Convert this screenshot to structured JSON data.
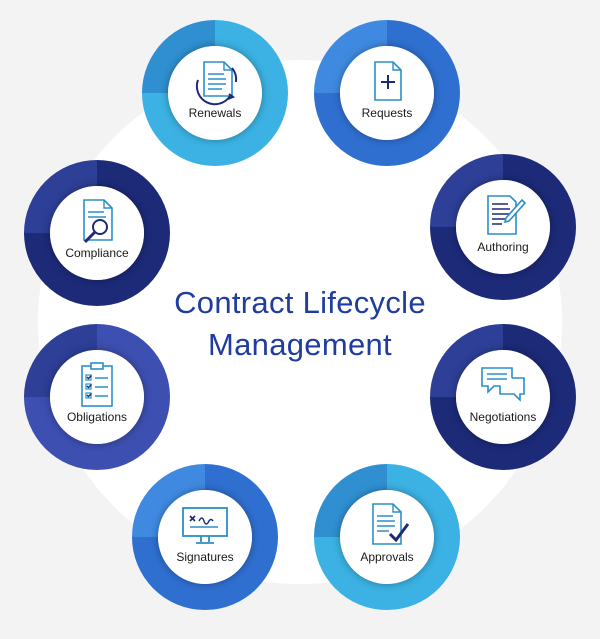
{
  "title": {
    "line1": "Contract Lifecycle",
    "line2": "Management"
  },
  "colors": {
    "title": "#1f3c9e",
    "navy": "#1c2a78",
    "blue": "#3a79d3",
    "cyan": "#3bb2e3"
  },
  "stages": [
    {
      "key": "renewals",
      "label": "Renewals",
      "icon": "document-refresh-icon",
      "ring": "cyan"
    },
    {
      "key": "requests",
      "label": "Requests",
      "icon": "document-plus-icon",
      "ring": "blue"
    },
    {
      "key": "authoring",
      "label": "Authoring",
      "icon": "document-pen-icon",
      "ring": "navy"
    },
    {
      "key": "negotiations",
      "label": "Negotiations",
      "icon": "chat-bubbles-icon",
      "ring": "navy"
    },
    {
      "key": "approvals",
      "label": "Approvals",
      "icon": "document-check-icon",
      "ring": "cyan"
    },
    {
      "key": "signatures",
      "label": "Signatures",
      "icon": "monitor-signature-icon",
      "ring": "blue"
    },
    {
      "key": "obligations",
      "label": "Obligations",
      "icon": "clipboard-checklist-icon",
      "ring": "navy"
    },
    {
      "key": "compliance",
      "label": "Compliance",
      "icon": "document-magnifier-icon",
      "ring": "navy"
    }
  ]
}
